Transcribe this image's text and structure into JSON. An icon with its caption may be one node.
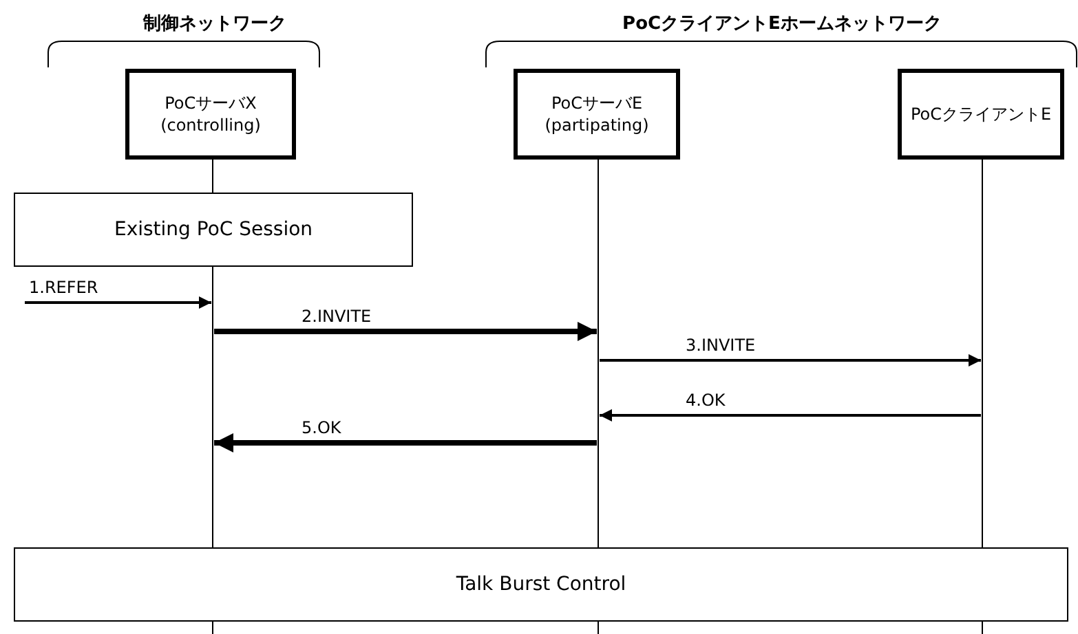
{
  "diagram": {
    "nodes": [
      {
        "text": [
          "PoCサーバX (controlling)"
        ]
      },
      {
        "text": [
          "PoCサーバE (partipating)"
        ]
      },
      {
        "text": [
          "PoCクライアントE"
        ]
      },
      {
        "text": [],
        "shape": "bar"
      },
      {
        "text": [],
        "shape": "bar"
      },
      {
        "text": [],
        "shape": "bar"
      },
      {
        "text": [
          "Existing PoC Session"
        ]
      },
      {
        "text": [
          "Talk Burst Control"
        ]
      }
    ],
    "edges": [
      {
        "from": null,
        "to": 3,
        "arrow": "to",
        "label": "1.REFER"
      },
      {
        "from": 3,
        "to": 4,
        "arrow": "to",
        "label": "2.INVITE",
        "style": "thick"
      },
      {
        "from": 4,
        "to": 5,
        "arrow": "to",
        "label": "3.INVITE"
      },
      {
        "from": 5,
        "to": 4,
        "arrow": "to",
        "label": "4.OK"
      },
      {
        "from": 4,
        "to": 3,
        "arrow": "to",
        "label": "5.OK",
        "style": "thick"
      }
    ],
    "labels": [
      "制御ネットワーク",
      "PoCクライアントEホームネットワーク"
    ]
  }
}
